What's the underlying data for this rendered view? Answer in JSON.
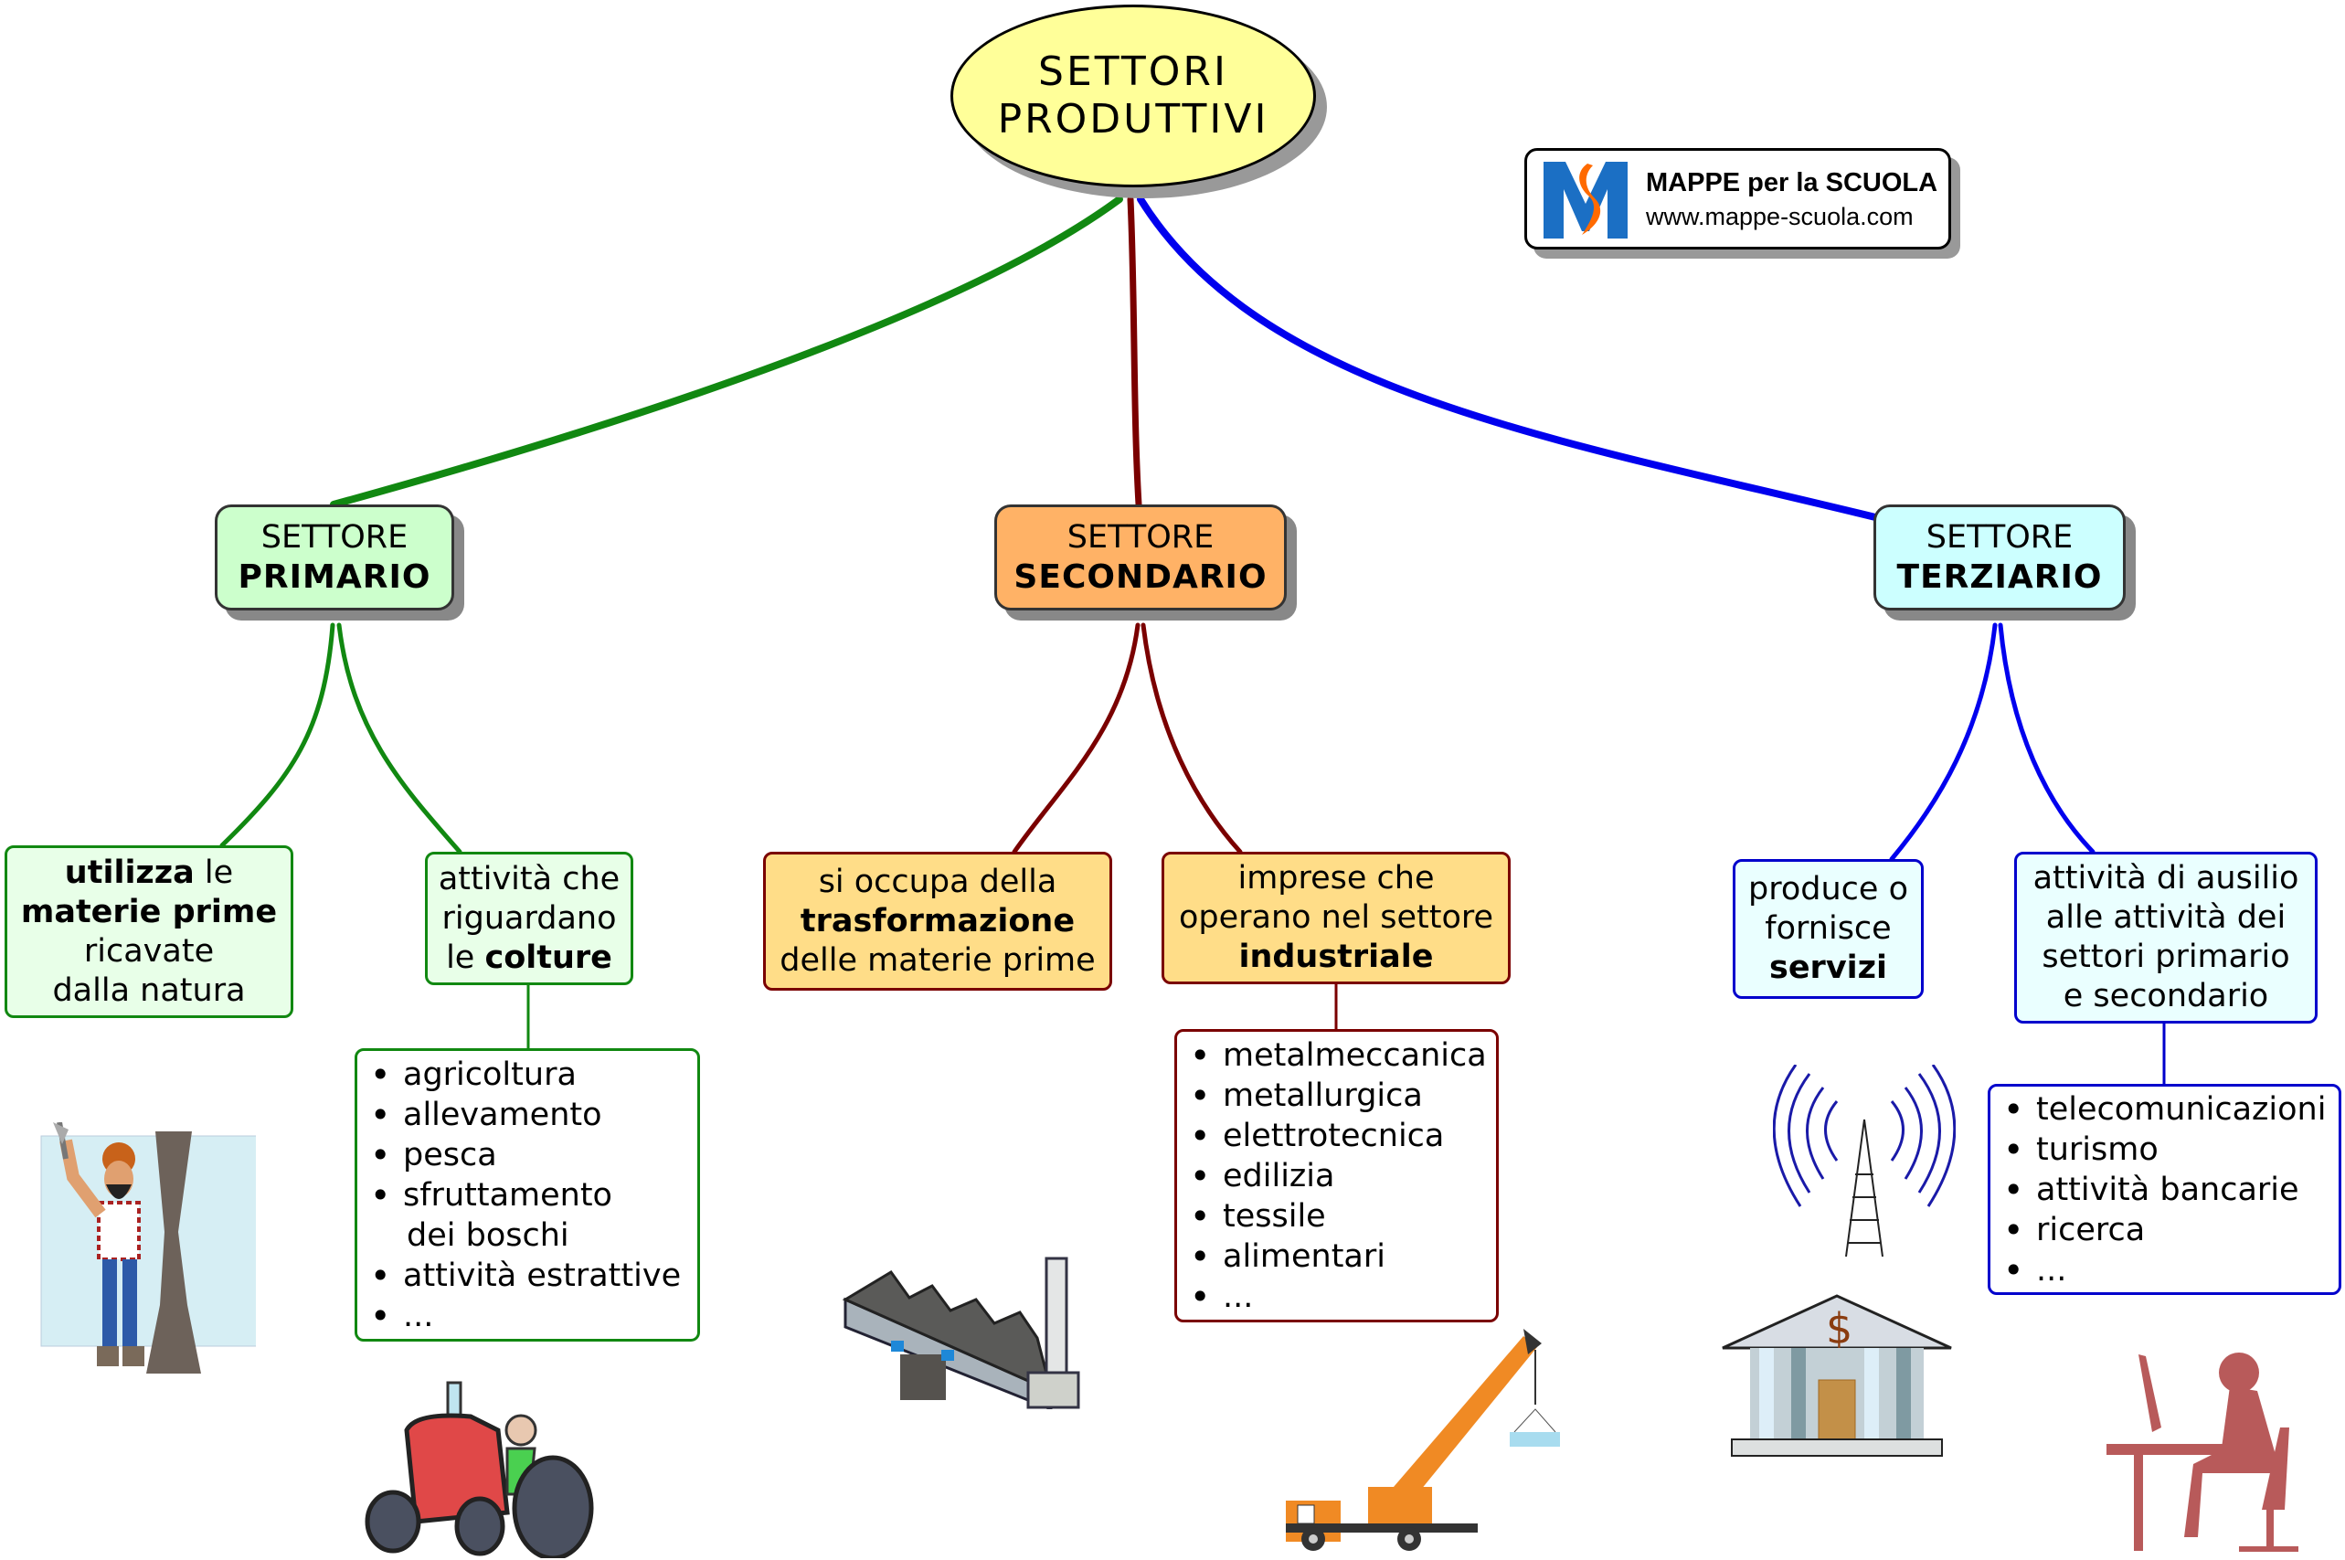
{
  "title": {
    "line1": "SETTORI",
    "line2": "PRODUTTIVI"
  },
  "logo": {
    "name": "MAPPE per la SCUOLA",
    "url": "www.mappe-scuola.com",
    "colors": {
      "blue": "#1b6fc4",
      "orange": "#ff6a00"
    }
  },
  "colors": {
    "primario": "#118811",
    "secondario": "#7a0000",
    "terziario": "#0000ee"
  },
  "sectors": {
    "primario": {
      "label": "SETTORE",
      "name": "PRIMARIO",
      "leaf1": {
        "b1": "utilizza",
        "t1": " le",
        "b2": "materie prime",
        "t2": "ricavate",
        "t3": "dalla natura"
      },
      "leaf2": {
        "t1": "attività che",
        "t2": "riguardano",
        "t3": "le ",
        "b1": "colture"
      },
      "list": [
        "agricoltura",
        "allevamento",
        "pesca",
        "sfruttamento",
        "dei boschi",
        "attività estrattive",
        "..."
      ],
      "images": [
        "lumberjack-chopping-tree",
        "farmer-on-tractor"
      ]
    },
    "secondario": {
      "label": "SETTORE",
      "name": "SECONDARIO",
      "leaf1": {
        "t1": "si occupa della",
        "b1": "trasformazione",
        "t2": "delle materie prime"
      },
      "leaf2": {
        "t1": "imprese che",
        "t2": "operano nel settore",
        "b1": "industriale"
      },
      "list": [
        "metalmeccanica",
        "metallurgica",
        "elettrotecnica",
        "edilizia",
        "tessile",
        "alimentari",
        "..."
      ],
      "images": [
        "factory",
        "crane-truck"
      ]
    },
    "terziario": {
      "label": "SETTORE",
      "name": "TERZIARIO",
      "leaf1": {
        "t1": "produce o",
        "t2": "fornisce",
        "b1": "servizi"
      },
      "leaf2": {
        "t1": "attività di ausilio",
        "t2": "alle attività dei",
        "t3": "settori primario",
        "t4": "e secondario"
      },
      "list": [
        "telecomunicazioni",
        "turismo",
        "attività bancarie",
        "ricerca",
        "..."
      ],
      "images": [
        "radio-tower",
        "bank",
        "woman-at-computer"
      ]
    }
  }
}
